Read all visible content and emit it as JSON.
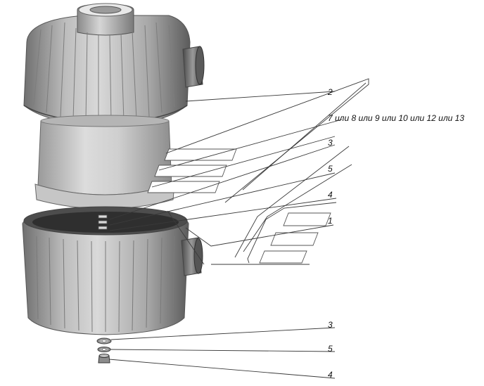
{
  "callouts": {
    "c2": "2",
    "c7": "7 или 8 или 9 или 10 или 12 или 13",
    "c3_top": "3",
    "c5_top": "5",
    "c4_top": "4",
    "c1": "1",
    "c3_bottom": "3",
    "c5_bottom": "5",
    "c4_bottom": "4"
  }
}
